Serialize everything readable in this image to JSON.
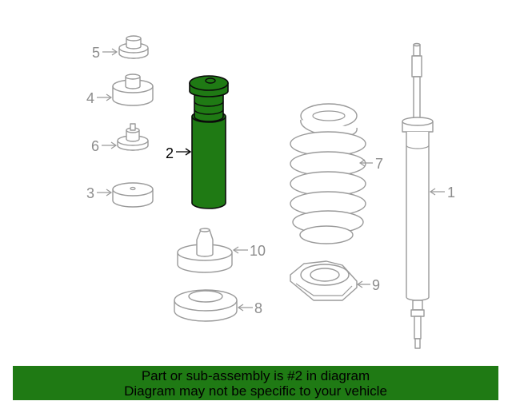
{
  "callouts": {
    "c1": "1",
    "c2": "2",
    "c3": "3",
    "c4": "4",
    "c5": "5",
    "c6": "6",
    "c7": "7",
    "c8": "8",
    "c9": "9",
    "c10": "10"
  },
  "banner": {
    "line1": "Part or sub-assembly is #2 in diagram",
    "line2": "Diagram may not be specific to your vehicle"
  },
  "colors": {
    "highlight": "#1f7a14",
    "part_outline": "#9a9a9a",
    "label_gray": "#8c8c8c"
  }
}
